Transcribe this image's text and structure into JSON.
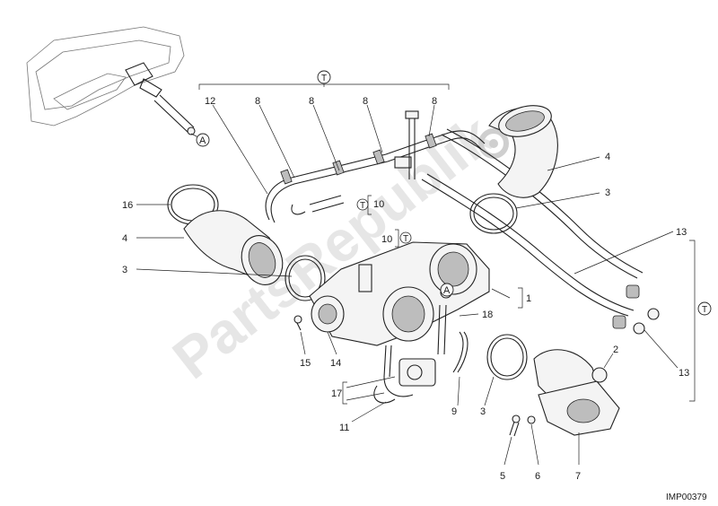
{
  "watermark": "PartsRepublik",
  "figure_code": "IMP00379",
  "callouts": {
    "n1": "1",
    "n2": "2",
    "n3a": "3",
    "n3b": "3",
    "n3c": "3",
    "n4a": "4",
    "n4b": "4",
    "n5": "5",
    "n6": "6",
    "n7": "7",
    "n8a": "8",
    "n8b": "8",
    "n8c": "8",
    "n8d": "8",
    "n9": "9",
    "n10a": "10",
    "n10b": "10",
    "n11": "11",
    "n12": "12",
    "n13a": "13",
    "n13b": "13",
    "n14": "14",
    "n15": "15",
    "n16": "16",
    "n17": "17",
    "n18": "18"
  },
  "ref_marks": {
    "a1": "A",
    "a2": "A"
  },
  "kit_symbol": "T"
}
